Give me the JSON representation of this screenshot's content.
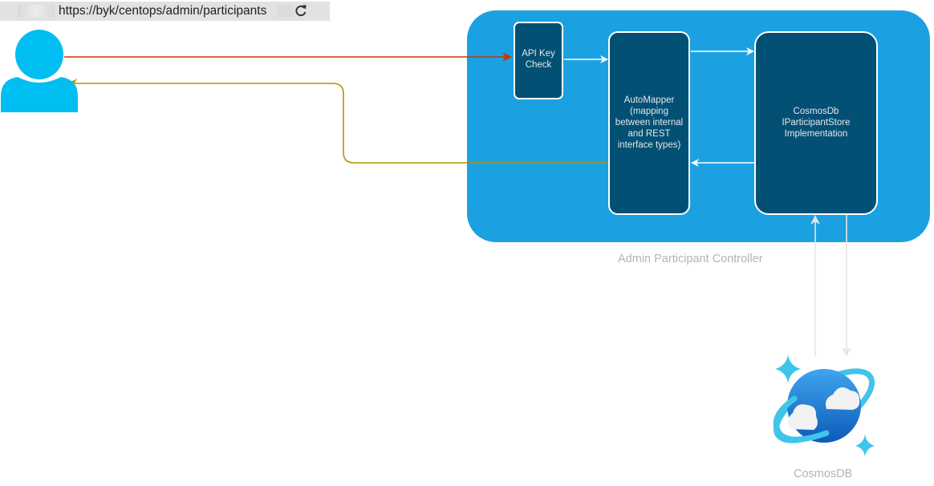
{
  "browser": {
    "url": "https://byk/centops/admin/participants"
  },
  "diagram": {
    "container_label": "Admin Participant Controller",
    "nodes": {
      "api_key_check": "API Key\nCheck",
      "automapper": "AutoMapper\n(mapping\nbetween internal\nand REST\ninterface types)",
      "cosmos_store": "CosmosDb\nIParticipantStore\nImplementation",
      "cosmosdb_label": "CosmosDB"
    },
    "colors": {
      "controller_bg": "#1ba1e2",
      "box_bg": "#035075",
      "request_arrow": "#c73500",
      "response_arrow": "#b09500",
      "user_icon": "#00bef2"
    },
    "icons": [
      "user-icon",
      "reload-icon",
      "cosmosdb-icon"
    ]
  }
}
